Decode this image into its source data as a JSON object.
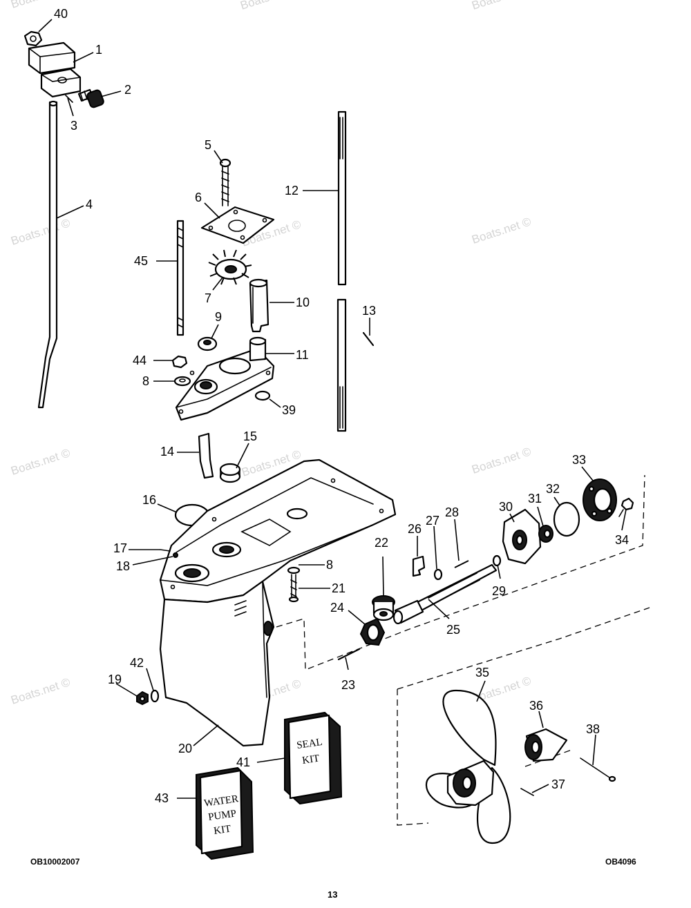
{
  "callouts": {
    "c1": "1",
    "c2": "2",
    "c3": "3",
    "c4": "4",
    "c5": "5",
    "c6": "6",
    "c7": "7",
    "c8a": "8",
    "c8b": "8",
    "c9": "9",
    "c10": "10",
    "c11": "11",
    "c12": "12",
    "c13": "13",
    "c14": "14",
    "c15": "15",
    "c16": "16",
    "c17": "17",
    "c18": "18",
    "c19": "19",
    "c20": "20",
    "c21": "21",
    "c22": "22",
    "c23": "23",
    "c24": "24",
    "c25": "25",
    "c26": "26",
    "c27": "27",
    "c28": "28",
    "c29": "29",
    "c30": "30",
    "c31": "31",
    "c32": "32",
    "c33": "33",
    "c34": "34",
    "c35": "35",
    "c36": "36",
    "c37": "37",
    "c38": "38",
    "c39": "39",
    "c40": "40",
    "c41": "41",
    "c42": "42",
    "c43": "43",
    "c44": "44",
    "c45": "45"
  },
  "kits": {
    "seal_line1": "SEAL",
    "seal_line2": "KIT",
    "water_line1": "WATER",
    "water_line2": "PUMP",
    "water_line3": "KIT"
  },
  "footer": {
    "left_code": "OB10002007",
    "right_code": "OB4096",
    "page_number": "13"
  },
  "watermark": "Boats.net ©"
}
